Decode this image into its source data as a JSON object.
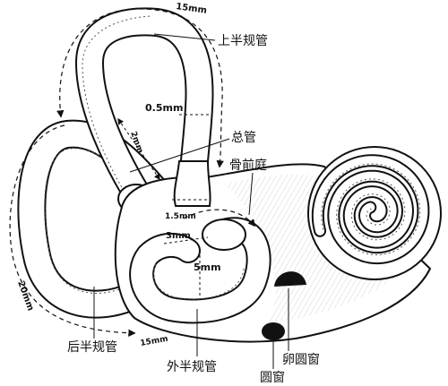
{
  "labels": {
    "superior_canal": "上半规管",
    "common_crus": "总管",
    "vestibule": "骨前庭",
    "posterior_canal": "后半规管",
    "lateral_canal": "外半规管",
    "oval_window": "卵圆窗",
    "round_window": "圆窗"
  },
  "measurements": {
    "top_arc": "15mm",
    "canal_width": "0.5mm",
    "crus_length": "2mm",
    "crus_width": "1.5mm",
    "lateral_width": "3mm",
    "lateral_height": "5mm",
    "posterior_arc": "20mm",
    "bottom_arc": "15mm"
  },
  "colors": {
    "ink": "#111111",
    "paper": "#ffffff"
  }
}
